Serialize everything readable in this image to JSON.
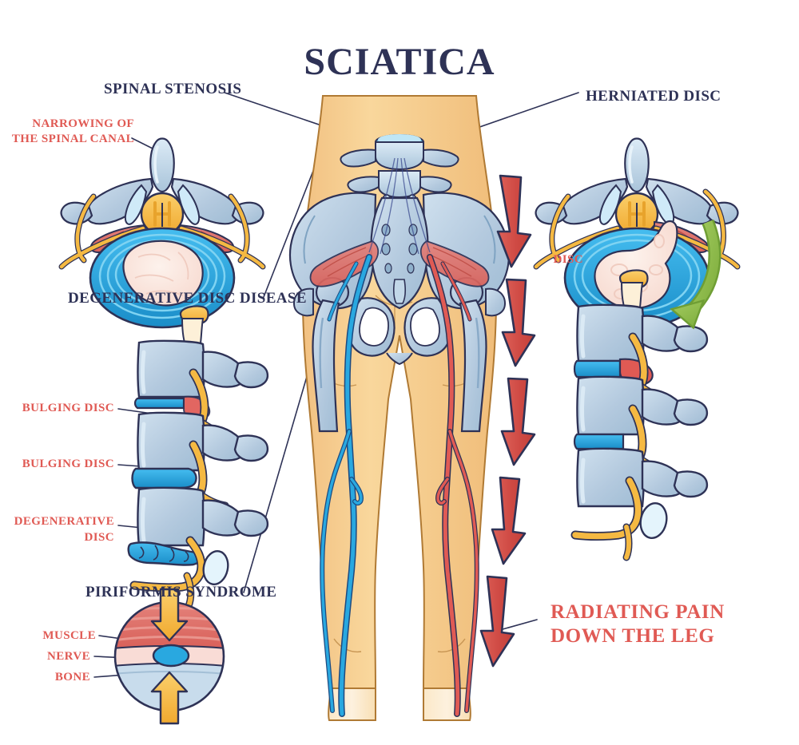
{
  "title": "SCIATICA",
  "colors": {
    "title_navy": "#2e3256",
    "label_navy": "#2e3256",
    "label_red": "#e05a54",
    "skin": "#f7cd8f",
    "skin_light": "#fbe8c8",
    "skin_outline": "#b07a34",
    "bone_blue": "#b9cfe2",
    "bone_outline": "#2e3256",
    "disc_blue": "#2aa8e0",
    "disc_blue_dark": "#1b8fc9",
    "nerve_orange": "#f5b942",
    "nerve_blue": "#2aa8e0",
    "nerve_red": "#e05a54",
    "muscle_red": "#e06a62",
    "muscle_pink": "#f6cfc9",
    "nucleus_cream": "#fbe6df",
    "arrow_red": "#d9534f",
    "arrow_green": "#8cbf4a",
    "arrow_orange": "#f5b942",
    "leader_line": "#2e3256",
    "background": "#ffffff"
  },
  "labels": {
    "spinal_stenosis": "SPINAL STENOSIS",
    "narrowing_line1": "NARROWING OF",
    "narrowing_line2": "THE SPINAL CANAL",
    "herniated_disc": "HERNIATED DISC",
    "disc": "DISC",
    "degenerative_disc_disease": "DEGENERATIVE DISC DISEASE",
    "bulging_disc_1": "BULGING DISC",
    "bulging_disc_2": "BULGING DISC",
    "degenerative_disc_line1": "DEGENERATIVE",
    "degenerative_disc_line2": "DISC",
    "piriformis_syndrome": "PIRIFORMIS SYNDROME",
    "muscle": "MUSCLE",
    "nerve": "NERVE",
    "bone": "BONE",
    "radiating_line1": "RADIATING PAIN",
    "radiating_line2": "DOWN THE LEG"
  },
  "icons": {
    "down_arrow": "down-arrow-icon",
    "curved_green_arrow": "curved-green-arrow-icon",
    "compression_arrow_down": "compression-arrow-down-icon",
    "compression_arrow_up": "compression-arrow-up-icon"
  },
  "panels": [
    {
      "id": "spinal-stenosis",
      "title": "SPINAL STENOSIS",
      "sub_labels": [
        "NARROWING OF",
        "THE SPINAL CANAL"
      ]
    },
    {
      "id": "herniated-disc",
      "title": "HERNIATED DISC",
      "sub_labels": [
        "DISC"
      ]
    },
    {
      "id": "degenerative-disc-disease",
      "title": "DEGENERATIVE DISC DISEASE",
      "sub_labels": [
        "BULGING DISC",
        "BULGING DISC",
        "DEGENERATIVE DISC"
      ]
    },
    {
      "id": "piriformis-syndrome",
      "title": "PIRIFORMIS SYNDROME",
      "sub_labels": [
        "MUSCLE",
        "NERVE",
        "BONE"
      ]
    },
    {
      "id": "radiating-pain",
      "title": "RADIATING PAIN DOWN THE LEG",
      "sub_labels": []
    }
  ]
}
